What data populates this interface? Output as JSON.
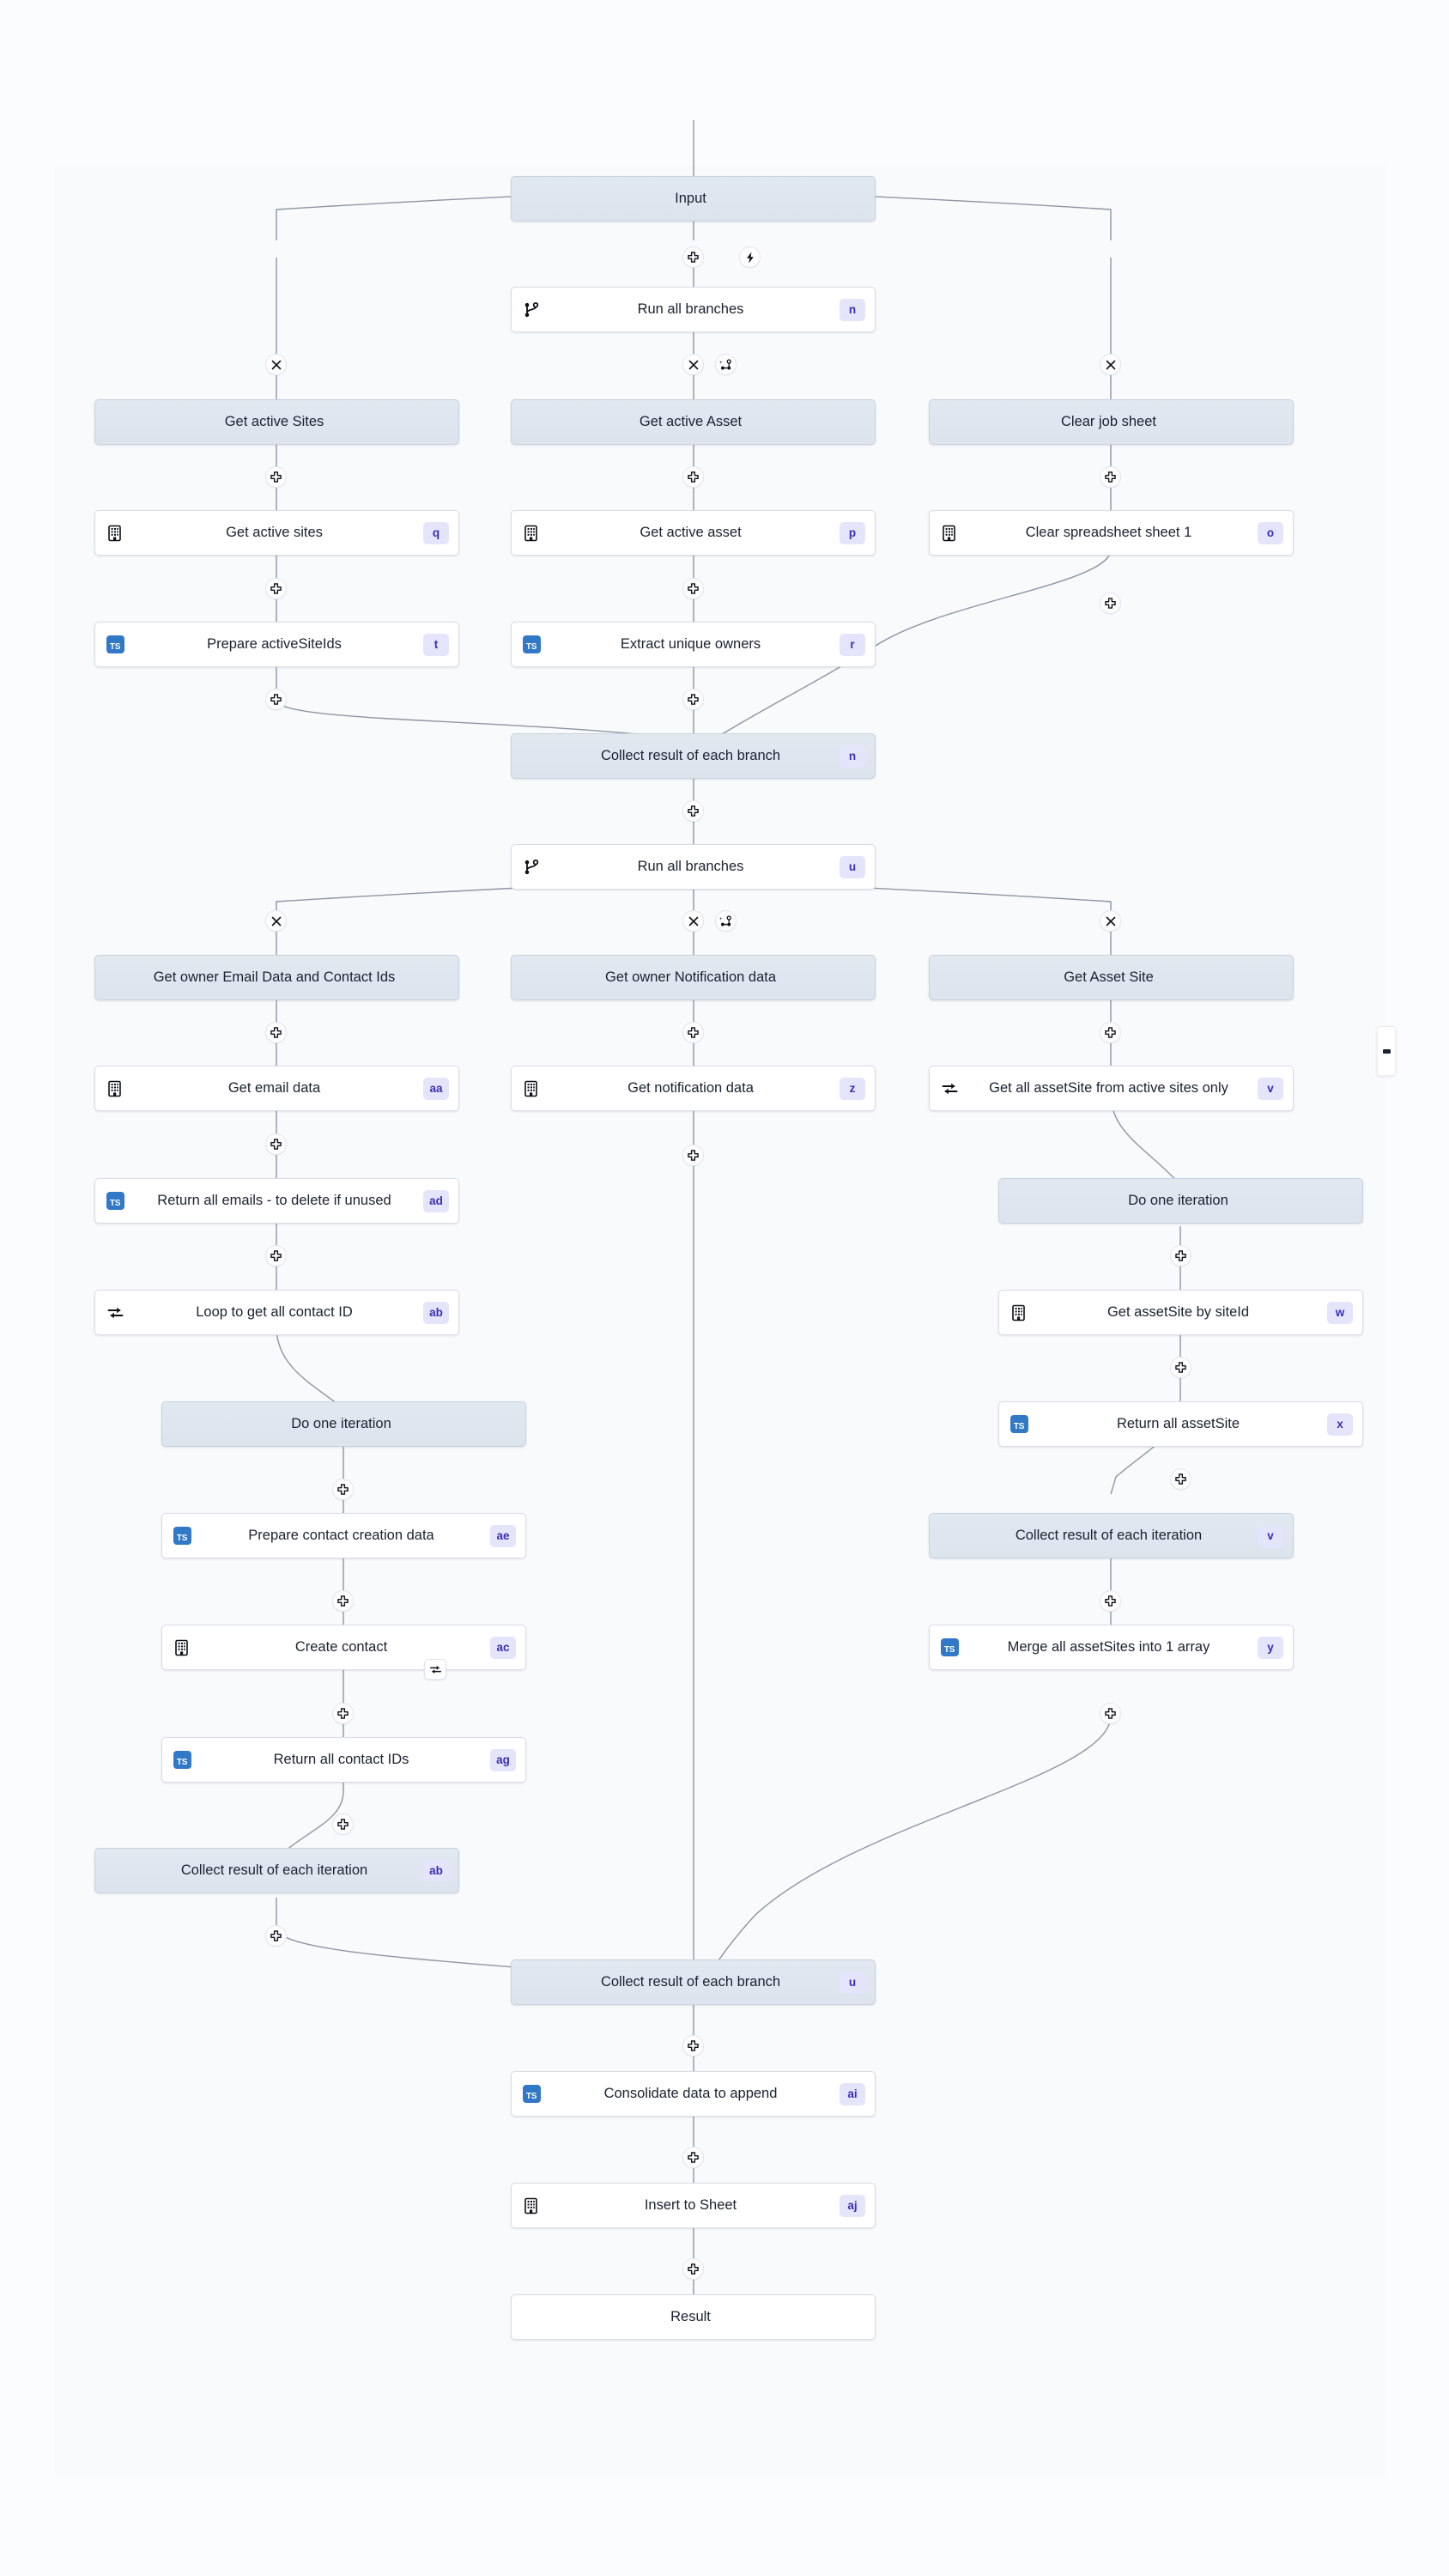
{
  "canvas": {
    "background": "#fbfcfe",
    "panel_background": "#f9fafc",
    "edge_color": "#8d96a5",
    "badge_bg": "#e4e4fb",
    "badge_fg": "#3b2fb5",
    "group_node_bg": "#e2e8f0",
    "step_node_bg": "#ffffff",
    "ts_icon_color": "#3178c6"
  },
  "nodes": [
    {
      "id": "input",
      "label": "Input",
      "badge": "",
      "icon": "none",
      "kind": "group"
    },
    {
      "id": "run1",
      "label": "Run all branches",
      "badge": "n",
      "icon": "branch",
      "kind": "step"
    },
    {
      "id": "grp-sites",
      "label": "Get active Sites",
      "badge": "",
      "icon": "none",
      "kind": "group"
    },
    {
      "id": "grp-asset",
      "label": "Get active Asset",
      "badge": "",
      "icon": "none",
      "kind": "group"
    },
    {
      "id": "grp-clearjob",
      "label": "Clear job sheet",
      "badge": "",
      "icon": "none",
      "kind": "group"
    },
    {
      "id": "get-sites",
      "label": "Get active sites",
      "badge": "q",
      "icon": "app",
      "kind": "step"
    },
    {
      "id": "get-asset",
      "label": "Get active asset",
      "badge": "p",
      "icon": "app",
      "kind": "step"
    },
    {
      "id": "clear-sheet",
      "label": "Clear spreadsheet sheet 1",
      "badge": "o",
      "icon": "app",
      "kind": "step"
    },
    {
      "id": "prep-ids",
      "label": "Prepare activeSiteIds",
      "badge": "t",
      "icon": "ts",
      "kind": "step"
    },
    {
      "id": "extract-own",
      "label": "Extract unique owners",
      "badge": "r",
      "icon": "ts",
      "kind": "step"
    },
    {
      "id": "collect1",
      "label": "Collect result of each branch",
      "badge": "n",
      "icon": "none",
      "kind": "group"
    },
    {
      "id": "run2",
      "label": "Run all branches",
      "badge": "u",
      "icon": "branch",
      "kind": "step"
    },
    {
      "id": "grp-owner-em",
      "label": "Get owner Email Data and Contact Ids",
      "badge": "",
      "icon": "none",
      "kind": "group"
    },
    {
      "id": "grp-owner-nt",
      "label": "Get owner Notification data",
      "badge": "",
      "icon": "none",
      "kind": "group"
    },
    {
      "id": "grp-assetsite",
      "label": "Get Asset Site",
      "badge": "",
      "icon": "none",
      "kind": "group"
    },
    {
      "id": "get-email",
      "label": "Get email data",
      "badge": "aa",
      "icon": "app",
      "kind": "step"
    },
    {
      "id": "get-notif",
      "label": "Get notification data",
      "badge": "z",
      "icon": "app",
      "kind": "step"
    },
    {
      "id": "get-allas",
      "label": "Get all assetSite from active sites only",
      "badge": "v",
      "icon": "loop",
      "kind": "step"
    },
    {
      "id": "ret-emails",
      "label": "Return all emails - to delete if unused",
      "badge": "ad",
      "icon": "ts",
      "kind": "step"
    },
    {
      "id": "iter-right",
      "label": "Do one iteration",
      "badge": "",
      "icon": "none",
      "kind": "group"
    },
    {
      "id": "loop-contact",
      "label": "Loop to get all contact ID",
      "badge": "ab",
      "icon": "loop",
      "kind": "step"
    },
    {
      "id": "get-as-site",
      "label": "Get assetSite by siteId",
      "badge": "w",
      "icon": "app",
      "kind": "step"
    },
    {
      "id": "iter-left",
      "label": "Do one iteration",
      "badge": "",
      "icon": "none",
      "kind": "group"
    },
    {
      "id": "ret-assetsite",
      "label": "Return all assetSite",
      "badge": "x",
      "icon": "ts",
      "kind": "step"
    },
    {
      "id": "prep-contact",
      "label": "Prepare contact creation data",
      "badge": "ae",
      "icon": "ts",
      "kind": "step"
    },
    {
      "id": "collect-iter-r",
      "label": "Collect result of each iteration",
      "badge": "v",
      "icon": "none",
      "kind": "group"
    },
    {
      "id": "create-contact",
      "label": "Create contact",
      "badge": "ac",
      "icon": "app",
      "kind": "step",
      "retry": true
    },
    {
      "id": "merge-as",
      "label": "Merge all assetSites into 1 array",
      "badge": "y",
      "icon": "ts",
      "kind": "step"
    },
    {
      "id": "ret-contacts",
      "label": "Return all contact IDs",
      "badge": "ag",
      "icon": "ts",
      "kind": "step"
    },
    {
      "id": "collect-iter-l",
      "label": "Collect result of each iteration",
      "badge": "ab",
      "icon": "none",
      "kind": "group"
    },
    {
      "id": "collect2",
      "label": "Collect result of each branch",
      "badge": "u",
      "icon": "none",
      "kind": "group"
    },
    {
      "id": "consolidate",
      "label": "Consolidate data to append",
      "badge": "ai",
      "icon": "ts",
      "kind": "step"
    },
    {
      "id": "insert-sheet",
      "label": "Insert to Sheet",
      "badge": "aj",
      "icon": "app",
      "kind": "step"
    },
    {
      "id": "result",
      "label": "Result",
      "badge": "",
      "icon": "none",
      "kind": "plain"
    }
  ],
  "handles": {
    "add_icon": "plus-icon",
    "bolt_icon": "lightning-icon",
    "close_icon": "close-icon",
    "add_branch_icon": "add-branch-icon",
    "retry_icon": "retry-loop-icon"
  },
  "edge_control": {
    "icon": "collapse-handle-icon"
  }
}
